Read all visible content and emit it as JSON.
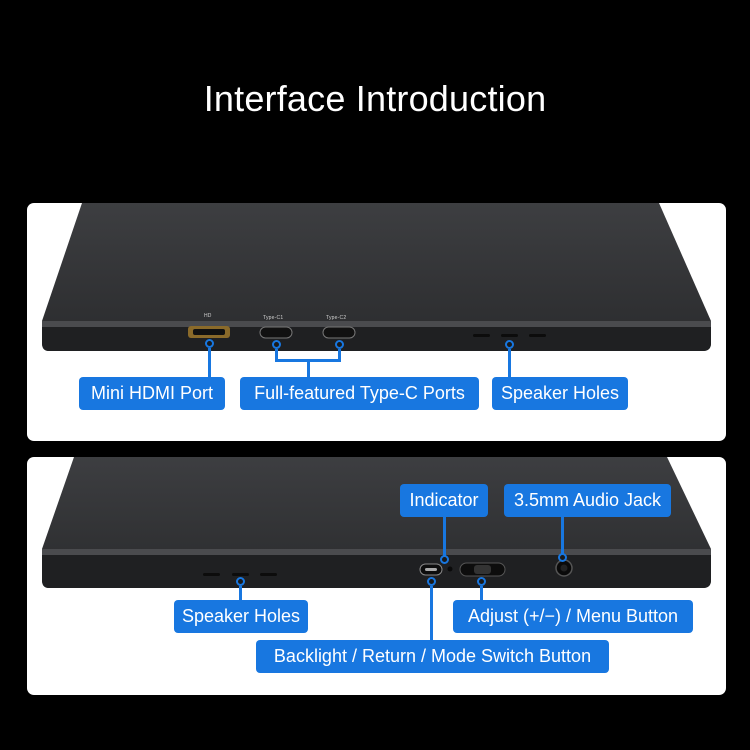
{
  "title": "Interface Introduction",
  "top_panel": {
    "port_labels": [
      "HD",
      "Type-C1",
      "Type-C2"
    ],
    "callouts": {
      "hdmi": "Mini HDMI Port",
      "typec": "Full-featured Type-C Ports",
      "speaker": "Speaker Holes"
    }
  },
  "bottom_panel": {
    "callouts": {
      "indicator": "Indicator",
      "audio": "3.5mm Audio Jack",
      "speaker": "Speaker Holes",
      "adjust": "Adjust (+/−) / Menu Button",
      "backlight": "Backlight / Return / Mode Switch Button"
    }
  },
  "colors": {
    "accent": "#1877e0",
    "background": "#000000",
    "device": "#2c2d2f"
  }
}
